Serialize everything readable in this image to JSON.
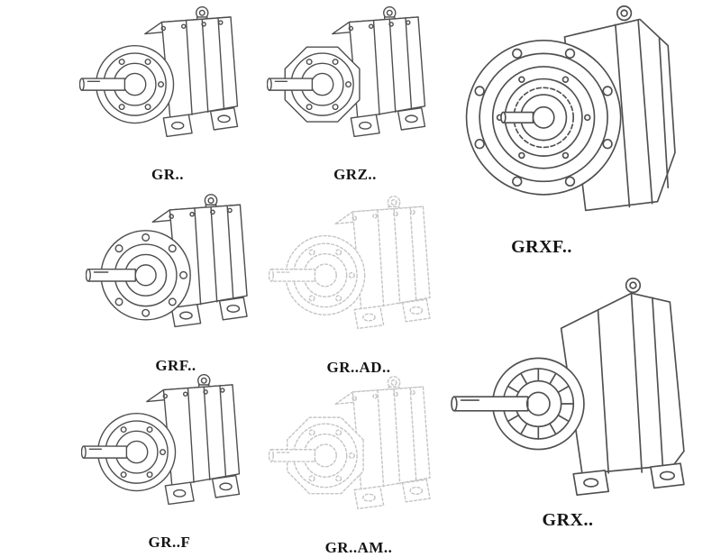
{
  "colors": {
    "line": "#4f4f4f",
    "faint": "#c5c5c5",
    "label": "#141414",
    "background": "#ffffff"
  },
  "figures": [
    {
      "id": "gr",
      "label": "GR..",
      "style": "solid"
    },
    {
      "id": "grz",
      "label": "GRZ..",
      "style": "solid"
    },
    {
      "id": "grxf",
      "label": "GRXF..",
      "style": "solid"
    },
    {
      "id": "grf",
      "label": "GRF..",
      "style": "solid"
    },
    {
      "id": "gr-ad",
      "label": "GR..AD..",
      "style": "ghost"
    },
    {
      "id": "gr-f",
      "label": "GR..F",
      "style": "solid"
    },
    {
      "id": "gr-am",
      "label": "GR..AM..",
      "style": "ghost"
    },
    {
      "id": "grx",
      "label": "GRX..",
      "style": "solid"
    }
  ]
}
